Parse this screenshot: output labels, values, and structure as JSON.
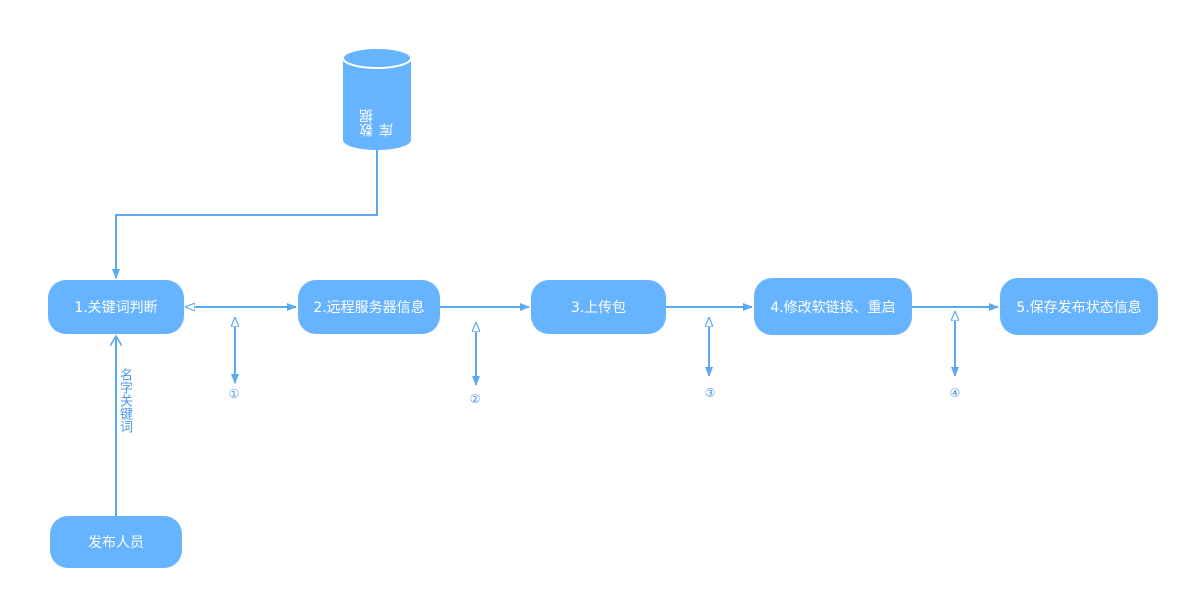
{
  "diagram": {
    "database": {
      "label": "数据库",
      "icon": "database-cylinder-icon"
    },
    "nodes": {
      "keyword_check": "1.关键词判断",
      "remote_server": "2.远程服务器信息",
      "upload": "3.上传包",
      "modify_link": "4.修改软链接、重启",
      "save_status": "5.保存发布状态信息",
      "publisher": "发布人员"
    },
    "edge_label_publisher": "名字关键词",
    "markers": [
      "①",
      "②",
      "③",
      "④"
    ]
  },
  "colors": {
    "node_fill": "#66b3ff",
    "line": "#5aa9f0",
    "text_on_node": "#ffffff",
    "label_text": "#4a9ae6"
  }
}
